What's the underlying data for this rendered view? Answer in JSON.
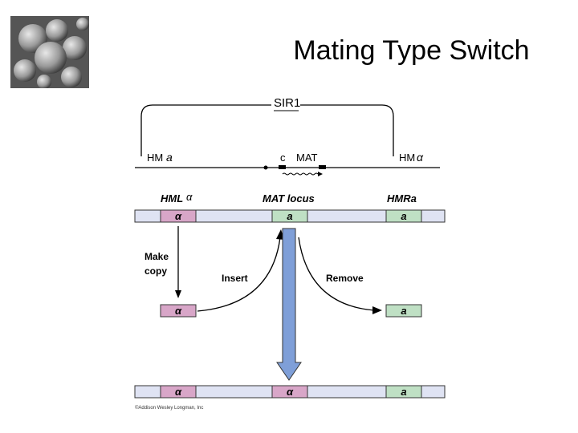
{
  "slide": {
    "title": "Mating Type Switch"
  },
  "diagram_top": {
    "sir_label": "SIR1",
    "hm_left_label": "HM",
    "hm_left_symbol": "a",
    "c_label": "c",
    "mat_label": "MAT",
    "hm_right_label": "HM",
    "hm_right_symbol": "α"
  },
  "diagram_main": {
    "header_hml": "HML",
    "header_hml_symbol": "α",
    "header_mat": "MAT locus",
    "header_hmr": "HMRa",
    "row1": [
      "α",
      "a",
      "a"
    ],
    "make_copy_line1": "Make",
    "make_copy_line2": "copy",
    "insert_label": "Insert",
    "remove_label": "Remove",
    "copy_left": "α",
    "copy_right": "a",
    "row3": [
      "α",
      "α",
      "a"
    ],
    "copyright": "©Addison Wesley Longman, Inc"
  },
  "colors": {
    "alpha_box": "#d8a6c8",
    "a_box": "#bfe0c4",
    "bar_fill": "#dfe3f3",
    "arrow_fill": "#7f9fd8"
  }
}
